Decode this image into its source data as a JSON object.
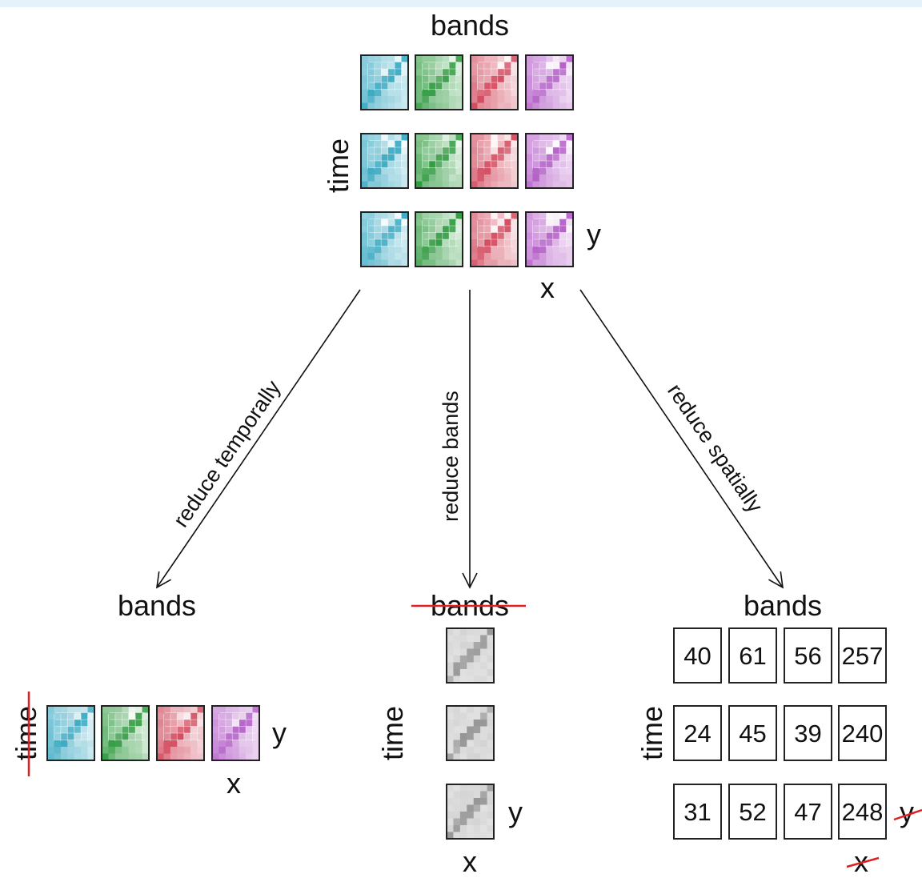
{
  "labels": {
    "bands": "bands",
    "time": "time",
    "x": "x",
    "y": "y"
  },
  "arrows": {
    "temporal": "reduce temporally",
    "bands": "reduce bands",
    "spatial": "reduce spatially"
  },
  "colors": {
    "band1": "#3aa9c2",
    "band2": "#2f9a3f",
    "band3": "#d24a5e",
    "band4": "#b45fc8",
    "gray": "#8a8a8a",
    "strike": "#e02020",
    "outline": "#222222",
    "topbar": "#e4f3f9"
  },
  "spatial_values": [
    [
      "40",
      "61",
      "56",
      "257"
    ],
    [
      "24",
      "45",
      "39",
      "240"
    ],
    [
      "31",
      "52",
      "47",
      "248"
    ]
  ]
}
